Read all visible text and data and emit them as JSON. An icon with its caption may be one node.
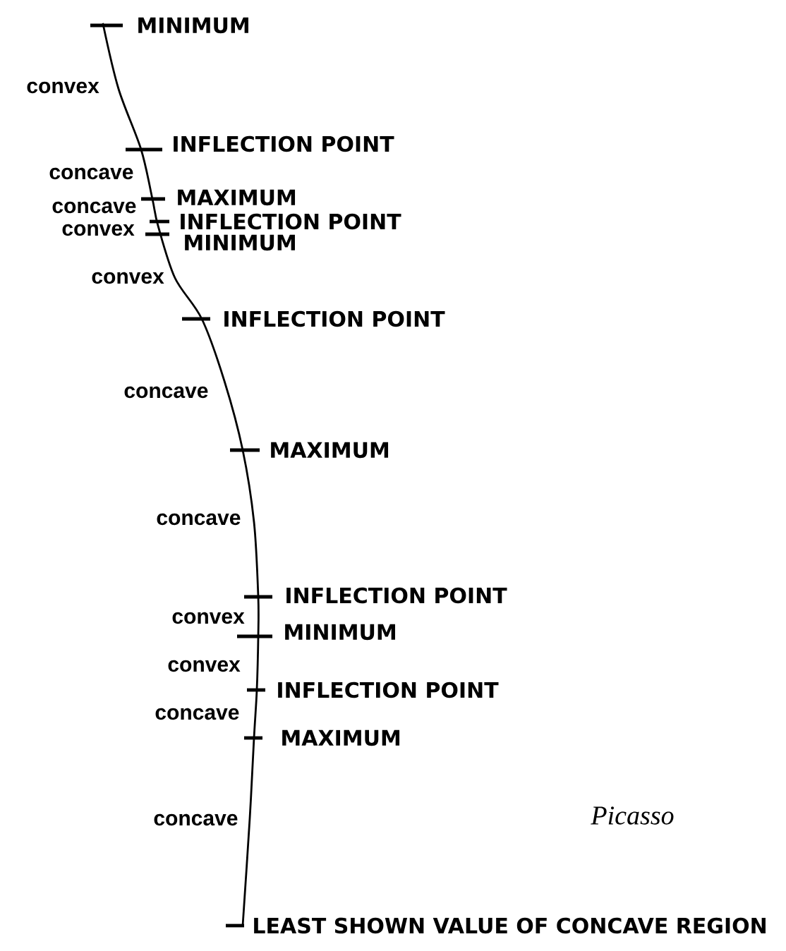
{
  "diagram": {
    "labels": [
      "MINIMUM",
      "convex",
      "INFLECTION POINT",
      "concave",
      "MAXIMUM",
      "concave",
      "INFLECTION POINT",
      "convex",
      "MINIMUM",
      "convex",
      "INFLECTION POINT",
      "concave",
      "MAXIMUM",
      "concave",
      "INFLECTION POINT",
      "convex",
      "MINIMUM",
      "convex",
      "INFLECTION POINT",
      "concave",
      "MAXIMUM",
      "concave",
      "Picasso",
      "LEAST SHOWN VALUE OF CONCAVE REGION"
    ]
  }
}
